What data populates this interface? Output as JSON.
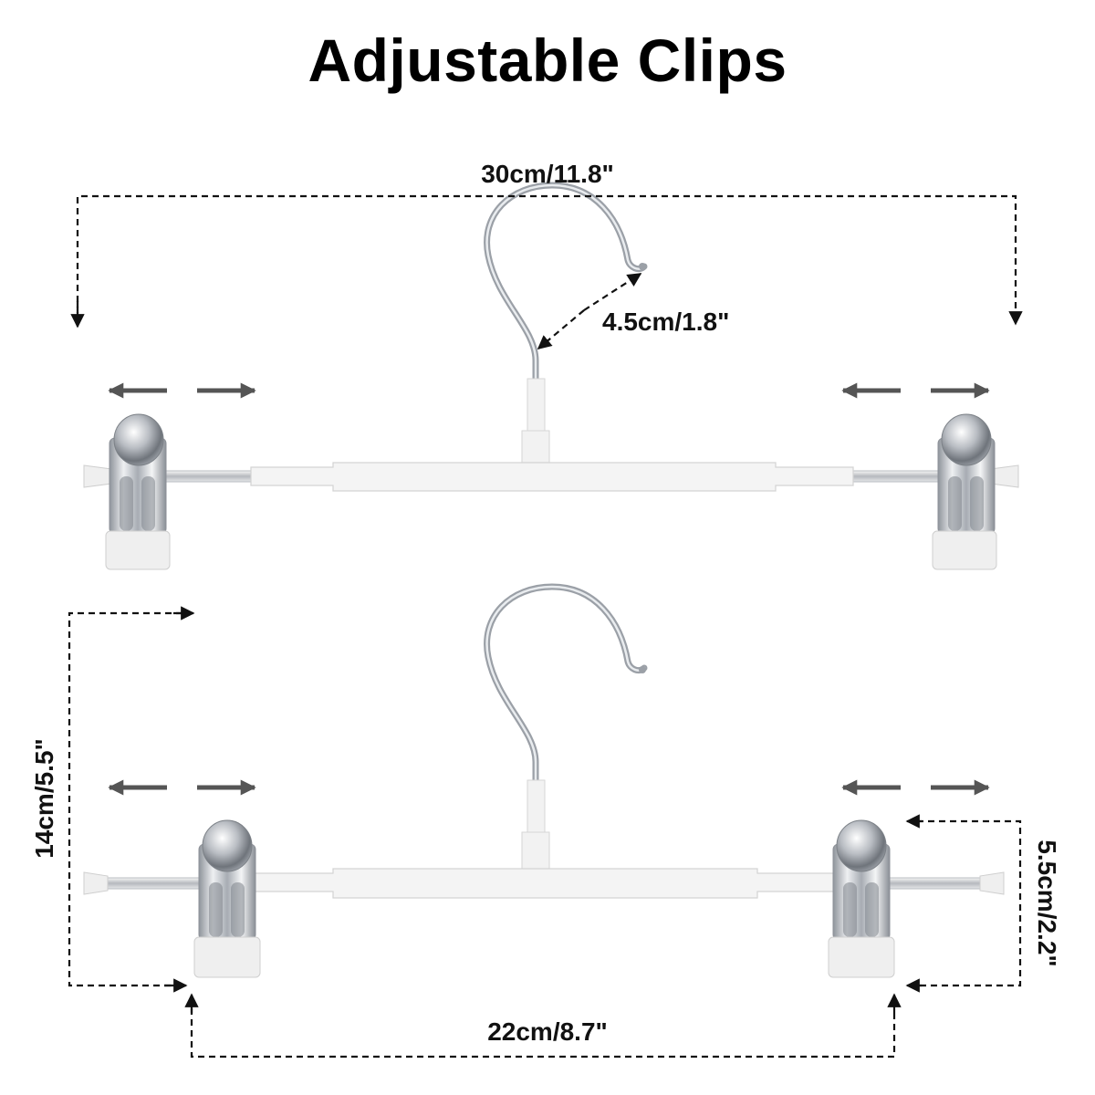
{
  "title": "Adjustable Clips",
  "dimensions": {
    "total_width": "30cm/11.8\"",
    "hook_size": "4.5cm/1.8\"",
    "height": "14cm/5.5\"",
    "clip_height": "5.5cm/2.2\"",
    "clip_span": "22cm/8.7\""
  },
  "colors": {
    "arrow": "#555555",
    "dash": "#111111",
    "hanger_body": "#f2f2f2",
    "hanger_outline": "#d6d6d6",
    "chrome": "#b8bcc2"
  },
  "icons": [
    "slide-left-arrow-icon",
    "slide-right-arrow-icon"
  ]
}
